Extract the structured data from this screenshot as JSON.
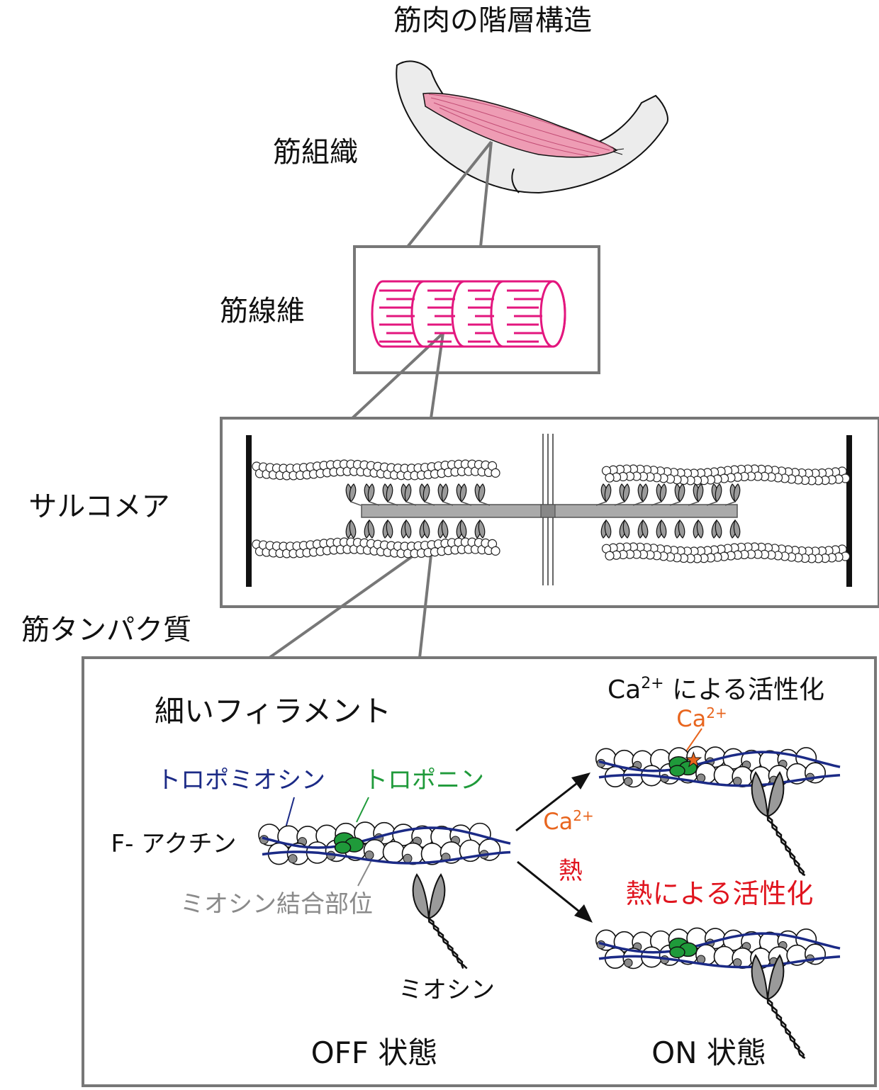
{
  "title": "筋肉の階層構造",
  "levels": {
    "tissue": "筋組織",
    "fiber": "筋線維",
    "sarcomere": "サルコメア",
    "protein": "筋タンパク質"
  },
  "thin_filament": {
    "title": "細いフィラメント",
    "tropomyosin": "トロポミオシン",
    "troponin": "トロポニン",
    "f_actin": "F- アクチン",
    "binding_site": "ミオシン結合部位",
    "myosin": "ミオシン"
  },
  "states": {
    "off": "OFF 状態",
    "on": "ON 状態",
    "ca_base": "Ca",
    "ca_sup": "2+",
    "ca_activation_rest": " による活性化",
    "heat": "熱",
    "heat_activation": "熱による活性化"
  },
  "colors": {
    "tropomyosin": "#1b2a86",
    "troponin": "#1f9a3a",
    "calcium": "#e8651e",
    "heat": "#e0141e",
    "fiber": "#e3167e",
    "muscle": "#ee9cb4",
    "bone": "#ececec",
    "frame": "#777777",
    "binding_site": "#8a8a8a"
  }
}
